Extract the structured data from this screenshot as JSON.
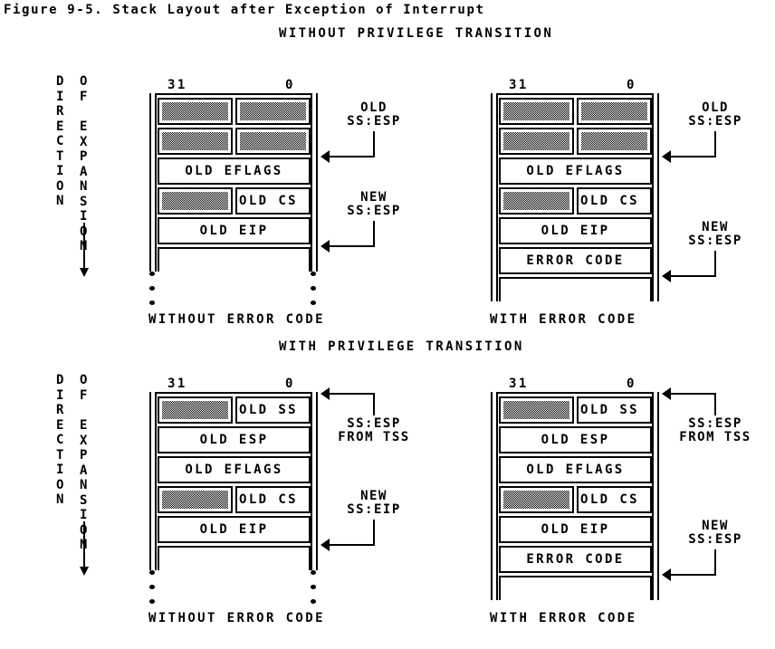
{
  "figure_title": "Figure 9-5.  Stack Layout after Exception of Interrupt",
  "sections": [
    {
      "title": "WITHOUT PRIVILEGE TRANSITION"
    },
    {
      "title": "WITH PRIVILEGE TRANSITION"
    }
  ],
  "direction_label": [
    "DIRECTION",
    "OF",
    "EXPANSION"
  ],
  "bit_labels": {
    "high": "31",
    "low": "0"
  },
  "panels": [
    {
      "caption": "WITHOUT ERROR CODE",
      "continues": true,
      "rows": [
        {
          "type": "shaded-both"
        },
        {
          "type": "shaded-both"
        },
        {
          "type": "full",
          "label": "OLD EFLAGS"
        },
        {
          "type": "split",
          "label": "OLD CS"
        },
        {
          "type": "full",
          "label": "OLD EIP"
        }
      ],
      "pointers": [
        {
          "lines": [
            "OLD",
            "SS:ESP"
          ],
          "at_row": 2,
          "label_side": "above"
        },
        {
          "lines": [
            "NEW",
            "SS:ESP"
          ],
          "at_row": 5,
          "label_side": "above"
        }
      ]
    },
    {
      "caption": "WITH ERROR CODE",
      "continues": false,
      "rows": [
        {
          "type": "shaded-both"
        },
        {
          "type": "shaded-both"
        },
        {
          "type": "full",
          "label": "OLD EFLAGS"
        },
        {
          "type": "split",
          "label": "OLD CS"
        },
        {
          "type": "full",
          "label": "OLD EIP"
        },
        {
          "type": "full",
          "label": "ERROR CODE"
        }
      ],
      "pointers": [
        {
          "lines": [
            "OLD",
            "SS:ESP"
          ],
          "at_row": 2,
          "label_side": "above"
        },
        {
          "lines": [
            "NEW",
            "SS:ESP"
          ],
          "at_row": 6,
          "label_side": "above"
        }
      ]
    },
    {
      "caption": "WITHOUT ERROR CODE",
      "continues": true,
      "rows": [
        {
          "type": "split",
          "label": "OLD SS"
        },
        {
          "type": "full",
          "label": "OLD ESP"
        },
        {
          "type": "full",
          "label": "OLD EFLAGS"
        },
        {
          "type": "split",
          "label": "OLD CS"
        },
        {
          "type": "full",
          "label": "OLD EIP"
        }
      ],
      "pointers": [
        {
          "lines": [
            "SS:ESP",
            "FROM TSS"
          ],
          "at_row": 0,
          "label_side": "below"
        },
        {
          "lines": [
            "NEW",
            "SS:EIP"
          ],
          "at_row": 5,
          "label_side": "above"
        }
      ]
    },
    {
      "caption": "WITH ERROR CODE",
      "continues": false,
      "rows": [
        {
          "type": "split",
          "label": "OLD SS"
        },
        {
          "type": "full",
          "label": "OLD ESP"
        },
        {
          "type": "full",
          "label": "OLD EFLAGS"
        },
        {
          "type": "split",
          "label": "OLD CS"
        },
        {
          "type": "full",
          "label": "OLD EIP"
        },
        {
          "type": "full",
          "label": "ERROR CODE"
        }
      ],
      "pointers": [
        {
          "lines": [
            "SS:ESP",
            "FROM TSS"
          ],
          "at_row": 0,
          "label_side": "below"
        },
        {
          "lines": [
            "NEW",
            "SS:ESP"
          ],
          "at_row": 6,
          "label_side": "above"
        }
      ]
    }
  ]
}
